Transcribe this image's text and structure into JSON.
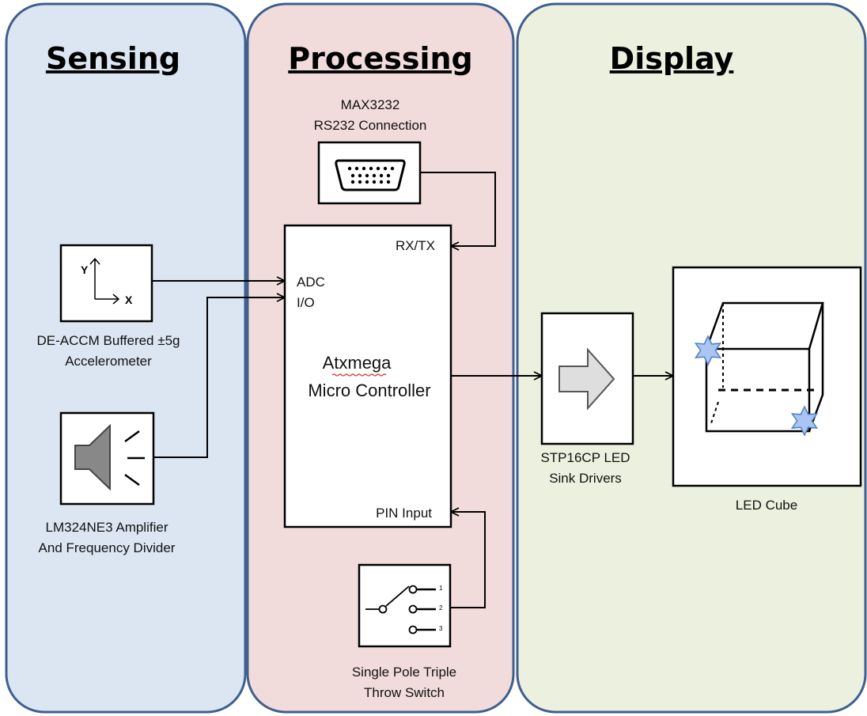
{
  "sections": {
    "sensing": "Sensing",
    "processing": "Processing",
    "display": "Display"
  },
  "components": {
    "serial": {
      "line1": "MAX3232",
      "line2": "RS232 Connection"
    },
    "accelerometer": {
      "axis_y": "Y",
      "axis_x": "X",
      "line1": "DE-ACCM Buffered ±5g",
      "line2": "Accelerometer"
    },
    "amplifier": {
      "line1": "LM324NE3 Amplifier",
      "line2": "And Frequency Divider"
    },
    "micro": {
      "port_rxtx": "RX/TX",
      "port_adc": "ADC",
      "port_io": "I/O",
      "port_pin": "PIN Input",
      "line1": "Atxmega",
      "line2": "Micro Controller"
    },
    "driver": {
      "line1": "STP16CP LED",
      "line2": "Sink Drivers"
    },
    "cube": {
      "label": "LED Cube"
    },
    "switch": {
      "pos1": "1",
      "pos2": "2",
      "pos3": "3",
      "line1": "Single Pole Triple",
      "line2": "Throw Switch"
    }
  },
  "colors": {
    "sensing_bg": "#dce6f2",
    "processing_bg": "#f2dcdb",
    "display_bg": "#ebf1de",
    "panel_border": "#3f5f8f",
    "star_fill": "#a9c4f5",
    "star_stroke": "#4f81bd"
  }
}
